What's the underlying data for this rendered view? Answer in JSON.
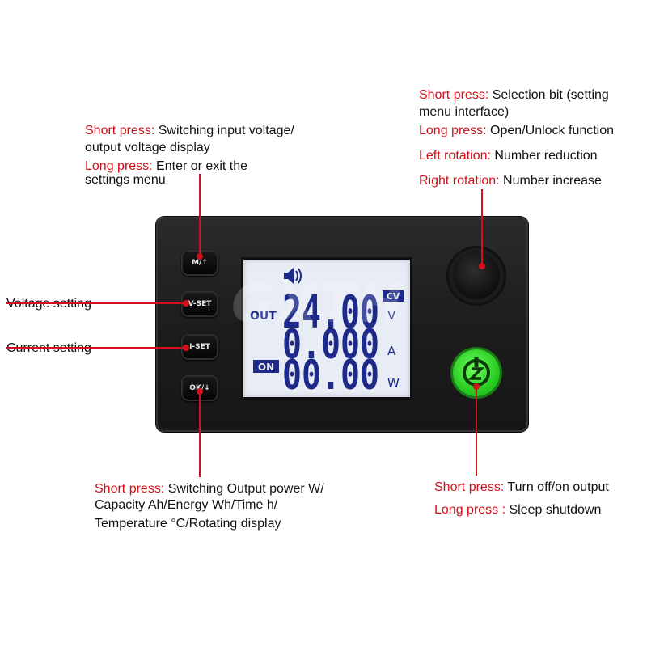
{
  "watermark": "GXTH",
  "callouts": {
    "top_left": {
      "line1_label": "Short press:",
      "line1_text": " Switching input voltage/",
      "line2_text": "output voltage display",
      "line3_label": "Long press:",
      "line3_text": "  Enter or exit the",
      "line4_text": "settings menu"
    },
    "top_right": {
      "line1_label": "Short press:",
      "line1_text": " Selection bit (setting",
      "line2_text": "menu interface)",
      "line3_label": "Long press:",
      "line3_text": "  Open/Unlock function",
      "line4_label": "Left rotation:",
      "line4_text": " Number reduction",
      "line5_label": "Right  rotation:",
      "line5_text": " Number  increase"
    },
    "voltage_setting": "Voltage setting",
    "current_setting": "Current setting",
    "bottom_left": {
      "line1_label": "Short press:",
      "line1_text": " Switching Output power W/",
      "line2_text": "Capacity Ah/Energy Wh/Time h/",
      "line3_text": "Temperature °C/Rotating display"
    },
    "bottom_right": {
      "line1_label": "Short press:",
      "line1_text": "  Turn off/on output",
      "line2_label": "Long press :",
      "line2_text": "  Sleep shutdown"
    }
  },
  "device": {
    "buttons": {
      "m": "M/↑",
      "vset": "V-SET",
      "iset": "I-SET",
      "ok": "OK/↓"
    },
    "lcd": {
      "out_label": "OUT",
      "on_badge": "ON",
      "cv_badge": "CV",
      "voltage": "24.00",
      "current": "0.000",
      "power": "00.00",
      "unit_v": "V",
      "unit_a": "A",
      "unit_w": "W"
    }
  },
  "colors": {
    "callout_red": "#d0101a",
    "lcd_text": "#1d2a8a",
    "power_green": "#3de83a"
  },
  "icons": [
    "speaker-icon",
    "power-icon"
  ]
}
